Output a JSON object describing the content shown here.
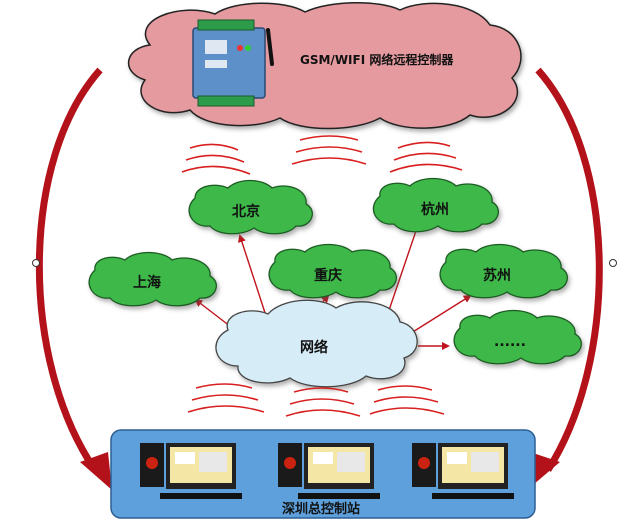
{
  "top_cloud": {
    "label": "GSM/WIFI 网络远程控制器"
  },
  "network": {
    "label": "网络"
  },
  "cities": [
    {
      "id": "beijing",
      "label": "北京"
    },
    {
      "id": "hangzhou",
      "label": "杭州"
    },
    {
      "id": "shanghai",
      "label": "上海"
    },
    {
      "id": "chongqing",
      "label": "重庆"
    },
    {
      "id": "suzhou",
      "label": "苏州"
    },
    {
      "id": "more",
      "label": "......"
    }
  ],
  "center": {
    "label": "深圳总控制站"
  },
  "colors": {
    "top_cloud_fill": "#e49a9f",
    "city_cloud_fill": "#3cb84a",
    "network_cloud_fill": "#d6ecf7",
    "control_panel_fill": "#5ea0dc",
    "arrow_red": "#c0141c",
    "wave_red": "#d92020"
  }
}
